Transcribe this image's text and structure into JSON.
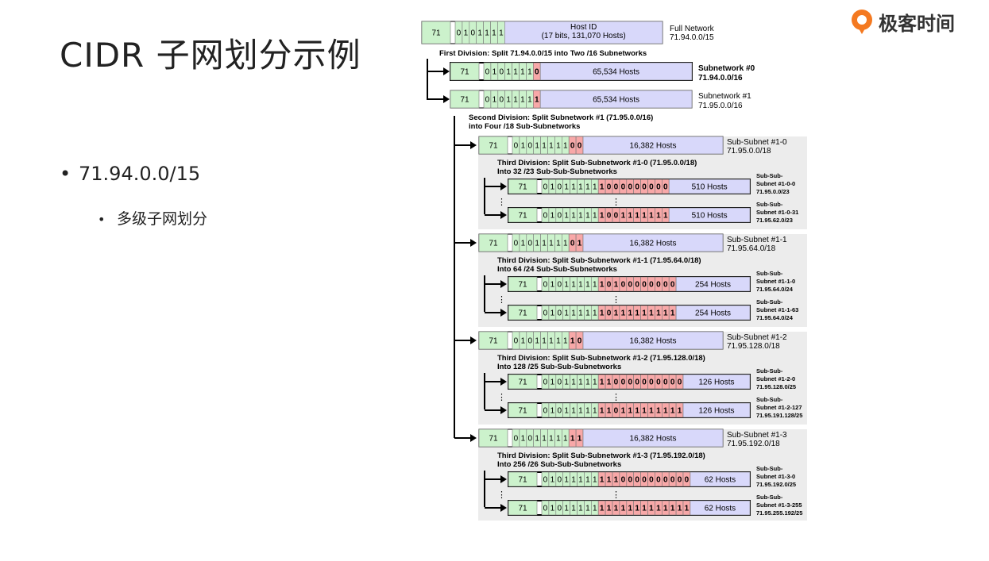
{
  "slide": {
    "title": "CIDR 子网划分示例",
    "bullets": [
      {
        "text": "71.94.0.0/15",
        "sub": [
          "多级子网划分"
        ]
      }
    ]
  },
  "logo": {
    "text": "极客时间",
    "accent": "#f47920"
  },
  "diagram": {
    "colors": {
      "net": "#ccf2cc",
      "fixed": "#ffffff",
      "varbit": "#f8a8a8",
      "host": "#d8d8fa",
      "group": "#ececec",
      "arrow": "#000000"
    },
    "full": {
      "octet": "71",
      "bits": "0101111",
      "host_label": "Host ID",
      "host_sub": "(17 bits, 131,070 Hosts)",
      "name": "Full Network",
      "addr": "71.94.0.0/15"
    },
    "first_division": "First Division: Split 71.94.0.0/15 into Two /16 Subnetworks",
    "subnets": [
      {
        "octet": "71",
        "bits": "0101111",
        "extra": "0",
        "hosts": "65,534 Hosts",
        "name": "Subnetwork #0",
        "addr": "71.94.0.0/16"
      },
      {
        "octet": "71",
        "bits": "0101111",
        "extra": "1",
        "hosts": "65,534 Hosts",
        "name": "Subnetwork #1",
        "addr": "71.95.0.0/16"
      }
    ],
    "second_division": [
      "Second Division: Split Subnetwork #1 (71.95.0.0/16)",
      "into Four /18 Sub-Subnetworks"
    ],
    "groups": [
      {
        "octet": "71",
        "bits": "0101111",
        "fixed": "1",
        "extra": "00",
        "hosts": "16,382 Hosts",
        "name": "Sub-Subnet #1-0",
        "addr": "71.95.0.0/18",
        "division": [
          "Third Division: Split Sub-Subnetwork #1-0 (71.95.0.0/18)",
          "Into 32 /23 Sub-Sub-Subnetworks"
        ],
        "rows": [
          {
            "extra": "1000000000",
            "hosts": "510 Hosts",
            "label": [
              "Sub-Sub-",
              "Subnet #1-0-0",
              "71.95.0.0/23"
            ]
          },
          {
            "extra": "1001111111",
            "hosts": "510 Hosts",
            "label": [
              "Sub-Sub-",
              "Subnet #1-0-31",
              "71.95.62.0/23"
            ]
          }
        ]
      },
      {
        "octet": "71",
        "bits": "0101111",
        "fixed": "1",
        "extra": "01",
        "hosts": "16,382 Hosts",
        "name": "Sub-Subnet #1-1",
        "addr": "71.95.64.0/18",
        "division": [
          "Third Division: Split Sub-Subnetwork #1-1 (71.95.64.0/18)",
          "Into 64 /24 Sub-Sub-Subnetworks"
        ],
        "rows": [
          {
            "extra": "10100000000",
            "hosts": "254 Hosts",
            "label": [
              "Sub-Sub-",
              "Subnet #1-1-0",
              "71.95.64.0/24"
            ]
          },
          {
            "extra": "10111111111",
            "hosts": "254 Hosts",
            "label": [
              "Sub-Sub-",
              "Subnet #1-1-63",
              "71.95.64.0/24"
            ]
          }
        ]
      },
      {
        "octet": "71",
        "bits": "0101111",
        "fixed": "1",
        "extra": "10",
        "hosts": "16,382 Hosts",
        "name": "Sub-Subnet #1-2",
        "addr": "71.95.128.0/18",
        "division": [
          "Third Division: Split Sub-Subnetwork #1-2 (71.95.128.0/18)",
          "Into 128 /25 Sub-Sub-Subnetworks"
        ],
        "rows": [
          {
            "extra": "110000000000",
            "hosts": "126 Hosts",
            "label": [
              "Sub-Sub-",
              "Subnet #1-2-0",
              "71.95.128.0/25"
            ]
          },
          {
            "extra": "110111111111",
            "hosts": "126 Hosts",
            "label": [
              "Sub-Sub-",
              "Subnet #1-2-127",
              "71.95.191.128/25"
            ]
          }
        ]
      },
      {
        "octet": "71",
        "bits": "0101111",
        "fixed": "1",
        "extra": "11",
        "hosts": "16,382 Hosts",
        "name": "Sub-Subnet #1-3",
        "addr": "71.95.192.0/18",
        "division": [
          "Third Division: Split Sub-Subnetwork #1-3 (71.95.192.0/18)",
          "Into 256 /26 Sub-Sub-Subnetworks"
        ],
        "rows": [
          {
            "extra": "1110000000000",
            "hosts": "62 Hosts",
            "label": [
              "Sub-Sub-",
              "Subnet #1-3-0",
              "71.95.192.0/25"
            ]
          },
          {
            "extra": "1111111111111",
            "hosts": "62 Hosts",
            "label": [
              "Sub-Sub-",
              "Subnet #1-3-255",
              "71.95.255.192/25"
            ]
          }
        ]
      }
    ]
  }
}
